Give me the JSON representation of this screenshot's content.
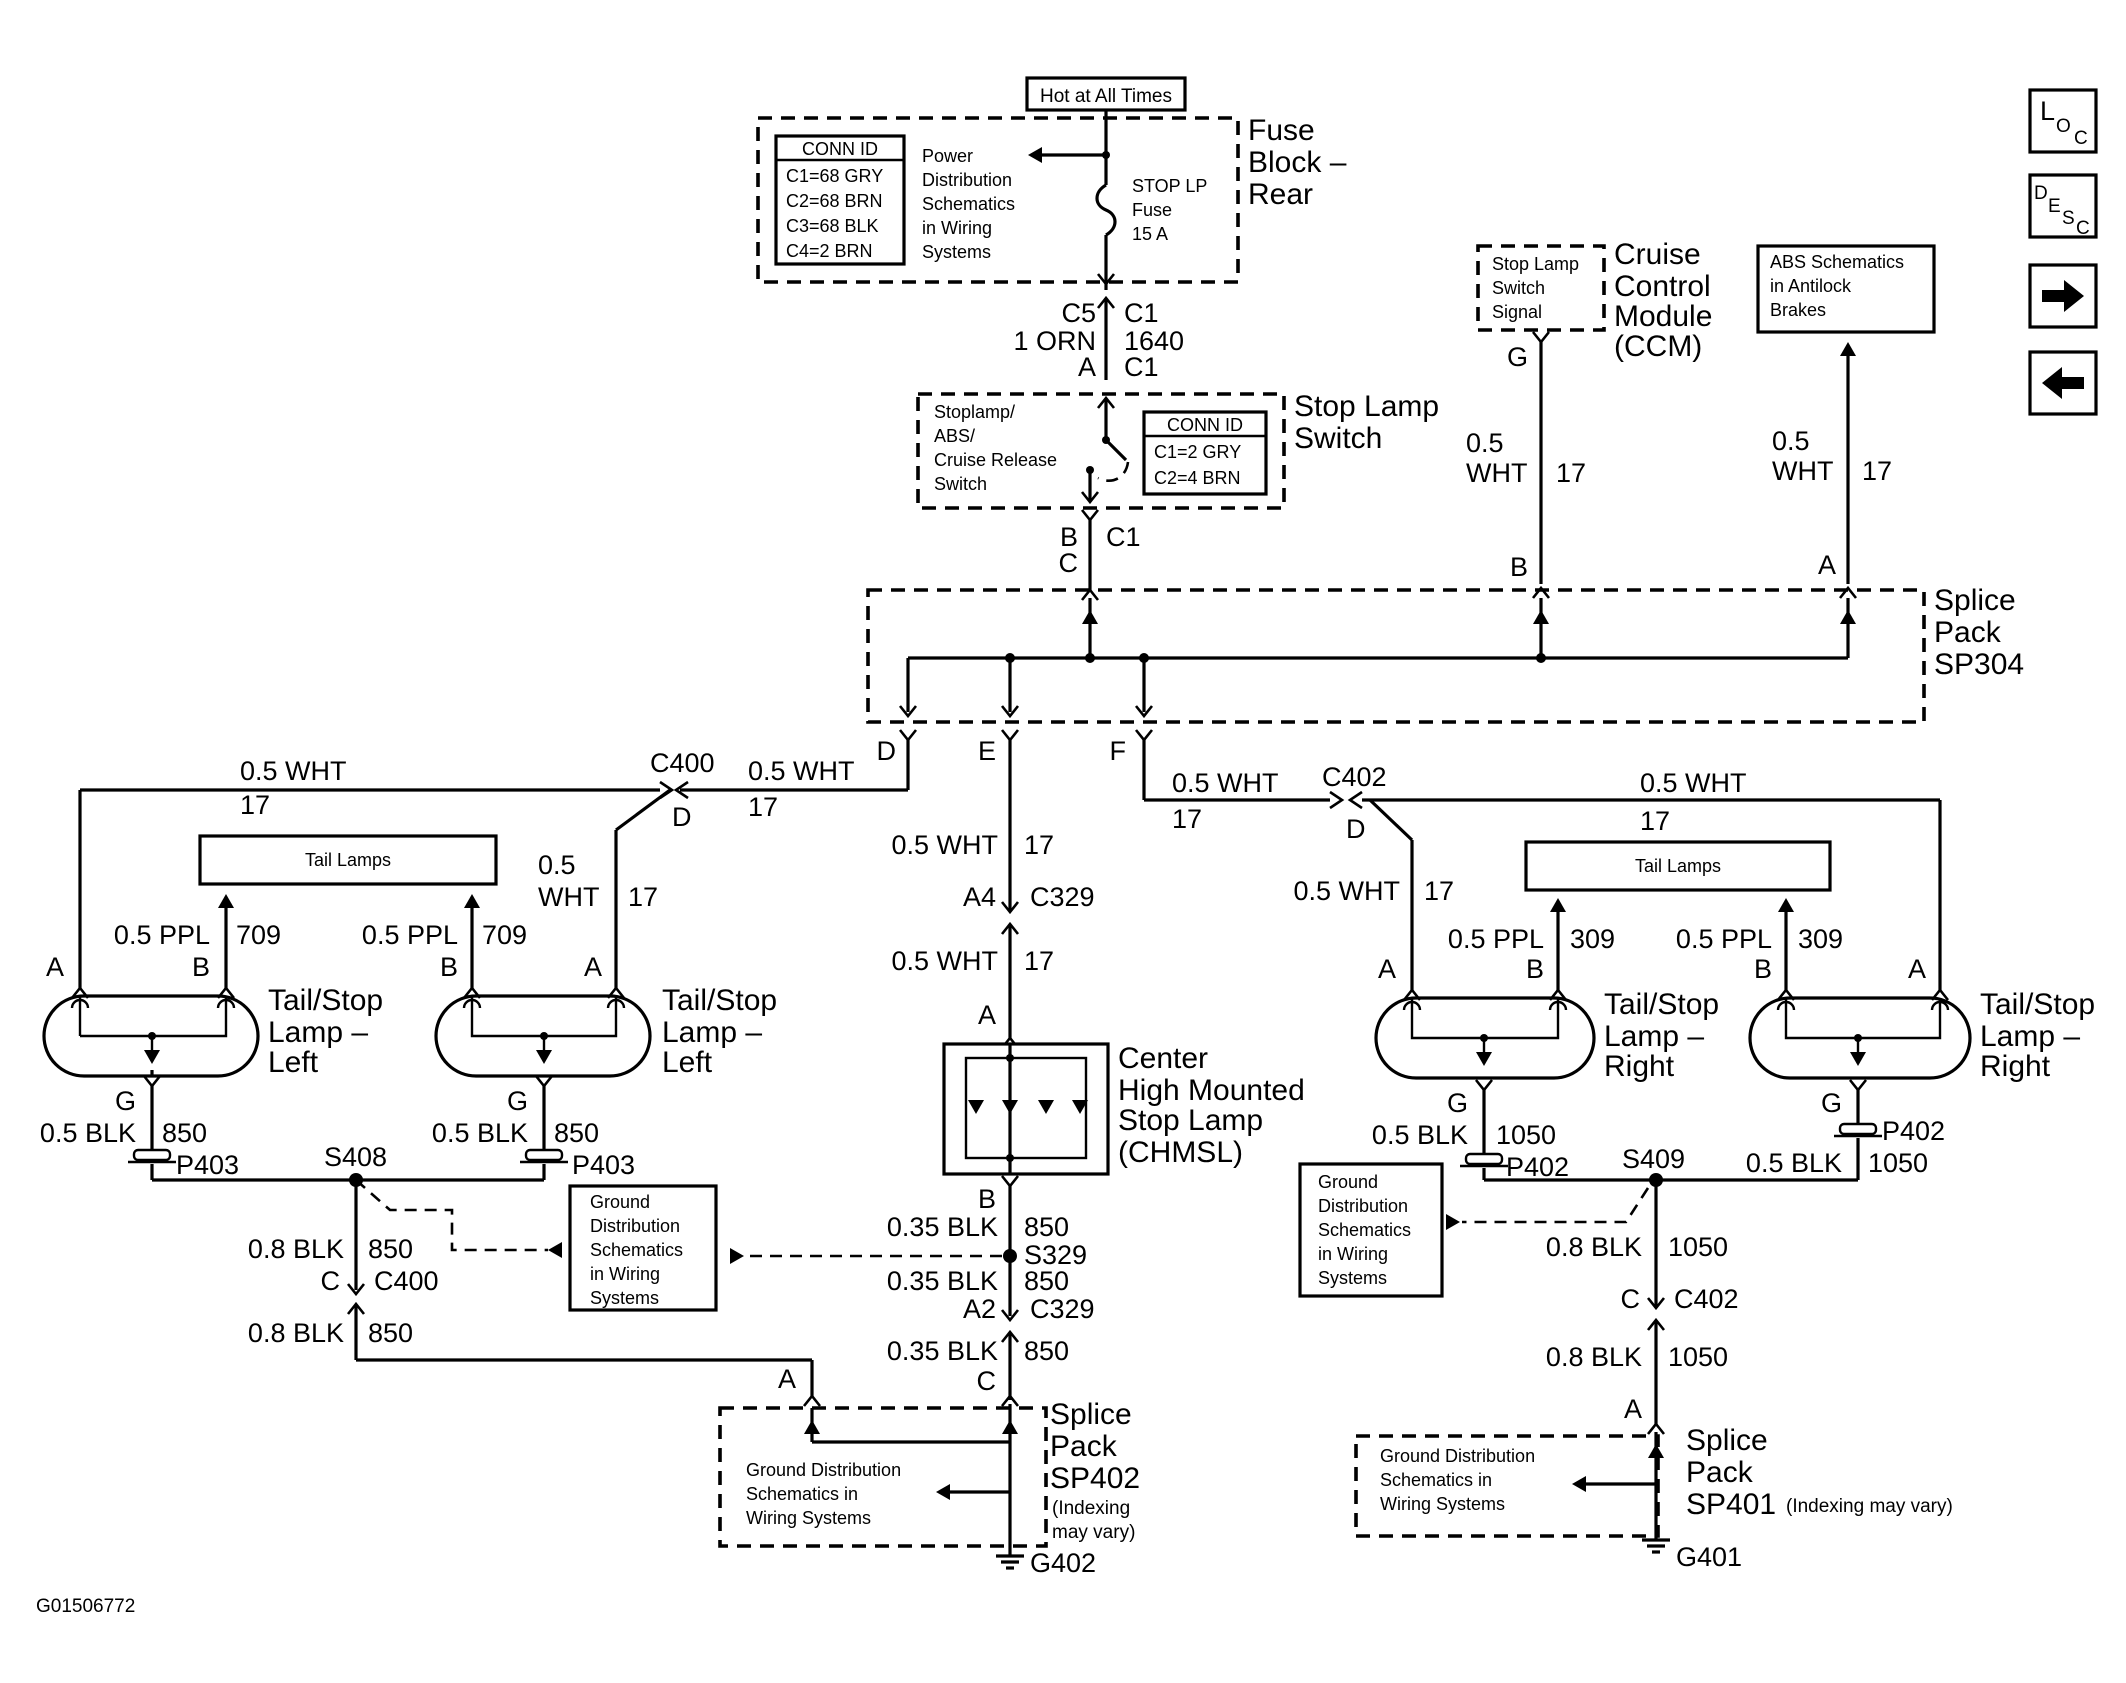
{
  "figure_id": "G01506772",
  "nav": {
    "loc_main": "L",
    "loc_sub1": "O",
    "loc_sub2": "C",
    "desc_main": "D",
    "desc_sub1": "E",
    "desc_sub2": "S",
    "desc_sub3": "C"
  },
  "fuse_block": {
    "hot_label": "Hot at All Times",
    "title_l1": "Fuse",
    "title_l2": "Block –",
    "title_l3": "Rear",
    "conn_id_header": "CONN ID",
    "conn_ids": [
      "C1=68 GRY",
      "C2=68 BRN",
      "C3=68 BLK",
      "C4=2 BRN"
    ],
    "pds_text": [
      "Power",
      "Distribution",
      "Schematics",
      "in Wiring",
      "Systems"
    ],
    "fuse_text": [
      "STOP LP",
      "Fuse",
      "15 A"
    ]
  },
  "fuse_wire": {
    "left_conn": "C5",
    "right_conn": "C1",
    "gauge_color": "1 ORN",
    "circuit": "1640",
    "pin": "A",
    "pin_conn": "C1"
  },
  "stop_lamp_switch": {
    "title_l1": "Stop Lamp",
    "title_l2": "Switch",
    "switch_text": [
      "Stoplamp/",
      "ABS/",
      "Cruise Release",
      "Switch"
    ],
    "conn_id_header": "CONN ID",
    "conn_ids": [
      "C1=2 GRY",
      "C2=4 BRN"
    ],
    "pin_top": "B",
    "pin_bottom": "C",
    "conn": "C1"
  },
  "ccm": {
    "signal_text": [
      "Stop Lamp",
      "Switch",
      "Signal"
    ],
    "title": [
      "Cruise",
      "Control",
      "Module",
      "(CCM)"
    ],
    "pin_top": "G",
    "gauge": "0.5",
    "color": "WHT",
    "circuit": "17",
    "pin_bottom": "B"
  },
  "abs": {
    "text": [
      "ABS Schematics",
      "in Antilock",
      "Brakes"
    ],
    "gauge": "0.5",
    "color": "WHT",
    "circuit": "17",
    "pin": "A"
  },
  "splice_sp304": {
    "title": [
      "Splice",
      "Pack",
      "SP304"
    ],
    "pin_d": "D",
    "pin_e": "E",
    "pin_f": "F"
  },
  "left_side": {
    "top_wire_gauge": "0.5 WHT",
    "top_wire_circuit": "17",
    "c400_label": "C400",
    "c400_pin": "D",
    "d_wire_gauge": "0.5 WHT",
    "d_wire_circuit": "17",
    "tail_lamps_label": "Tail Lamps",
    "lamp1_ppl": "0.5 PPL",
    "lamp1_circuit": "709",
    "lamp1_pin_a": "A",
    "lamp1_pin_b": "B",
    "lamp2_ppl": "0.5 PPL",
    "lamp2_circuit": "709",
    "lamp2_pin_a": "A",
    "lamp2_pin_b": "B",
    "lamp2_wht_gauge": "0.5",
    "lamp2_wht_color": "WHT",
    "lamp2_wht_circuit": "17",
    "lamp_title": [
      "Tail/Stop",
      "Lamp –",
      "Left"
    ],
    "ground_pin": "G",
    "ground_gauge": "0.5 BLK",
    "ground_circuit": "850",
    "p_conn": "P403",
    "splice": "S408",
    "c400_wire_gauge": "0.8 BLK",
    "c400_wire_circuit": "850",
    "c400_pin_c": "C",
    "c400_conn": "C400",
    "bottom_gauge": "0.8 BLK",
    "bottom_circuit": "850",
    "pin_a_sp402": "A",
    "ground_dist_text": [
      "Ground",
      "Distribution",
      "Schematics",
      "in Wiring",
      "Systems"
    ]
  },
  "center": {
    "e_gauge": "0.5 WHT",
    "e_circuit": "17",
    "a4": "A4",
    "c329": "C329",
    "e2_gauge": "0.5 WHT",
    "e2_circuit": "17",
    "chmsl_pin_a": "A",
    "chmsl_title": [
      "Center",
      "High Mounted",
      "Stop Lamp",
      "(CHMSL)"
    ],
    "chmsl_pin_b": "B",
    "b_gauge": "0.35 BLK",
    "b_circuit": "850",
    "splice": "S329",
    "s329_gauge": "0.35 BLK",
    "s329_circuit": "850",
    "a2": "A2",
    "c329b": "C329",
    "a2_gauge": "0.35 BLK",
    "a2_circuit": "850",
    "pin_c": "C"
  },
  "sp402": {
    "title": [
      "Splice",
      "Pack",
      "SP402",
      "(Indexing",
      "may vary)"
    ],
    "gd_text": [
      "Ground Distribution",
      "Schematics in",
      "Wiring Systems"
    ],
    "ground": "G402"
  },
  "right_side": {
    "f_gauge": "0.5 WHT",
    "f_circuit": "17",
    "c402_label": "C402",
    "c402_pin": "D",
    "top_wire_gauge": "0.5 WHT",
    "top_wire_circuit": "17",
    "tail_lamps_label": "Tail Lamps",
    "lamp1_wht_gauge": "0.5 WHT",
    "lamp1_wht_circuit": "17",
    "lamp1_ppl": "0.5 PPL",
    "lamp1_circuit": "309",
    "lamp1_pin_a": "A",
    "lamp1_pin_b": "B",
    "lamp2_ppl": "0.5 PPL",
    "lamp2_circuit": "309",
    "lamp2_pin_a": "A",
    "lamp2_pin_b": "B",
    "lamp_title": [
      "Tail/Stop",
      "Lamp –",
      "Right"
    ],
    "ground_pin": "G",
    "ground_gauge": "0.5 BLK",
    "ground_circuit": "1050",
    "p_conn": "P402",
    "lamp2_ground_gauge": "0.5 BLK",
    "lamp2_ground_circuit": "1050",
    "splice": "S409",
    "ground_dist_text": [
      "Ground",
      "Distribution",
      "Schematics",
      "in Wiring",
      "Systems"
    ],
    "s409_gauge": "0.8 BLK",
    "s409_circuit": "1050",
    "pin_c": "C",
    "c402": "C402",
    "bottom_gauge": "0.8 BLK",
    "bottom_circuit": "1050",
    "pin_a": "A"
  },
  "sp401": {
    "title": [
      "Splice",
      "Pack"
    ],
    "name": "SP401",
    "note": "(Indexing may vary)",
    "gd_text": [
      "Ground Distribution",
      "Schematics in",
      "Wiring Systems"
    ],
    "ground": "G401"
  }
}
